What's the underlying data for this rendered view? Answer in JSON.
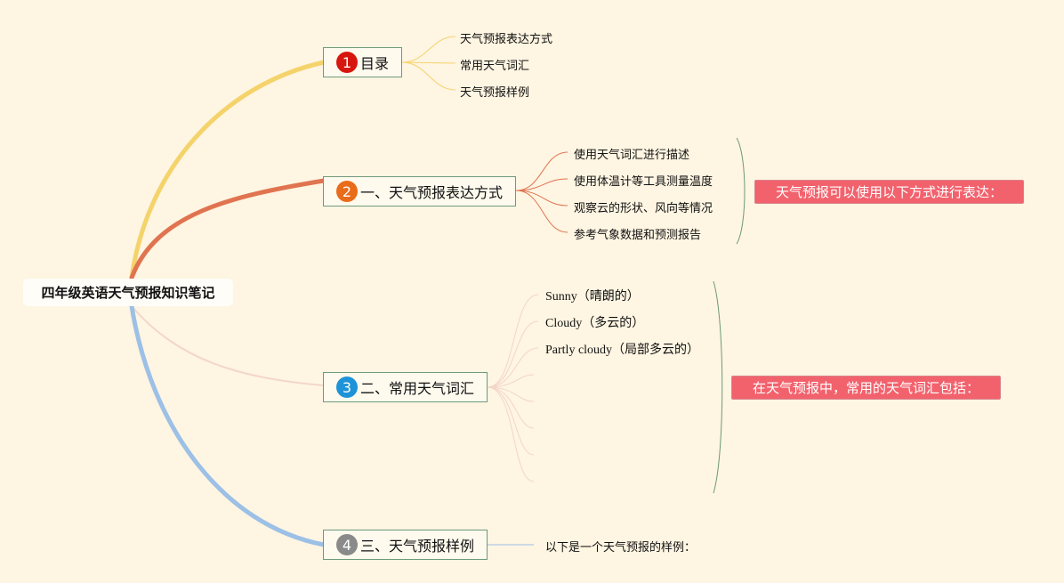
{
  "root": {
    "label": "四年级英语天气预报知识笔记"
  },
  "topics": [
    {
      "number": "1",
      "label": "目录",
      "badge_color": "#d7170f",
      "branch_color": "#f5d36b",
      "leaves": [
        "天气预报表达方式",
        "常用天气词汇",
        "天气预报样例"
      ]
    },
    {
      "number": "2",
      "label": "一、天气预报表达方式",
      "badge_color": "#e96c1a",
      "branch_color": "#e07450",
      "leaves": [
        "使用天气词汇进行描述",
        "使用体温计等工具测量温度",
        "观察云的形状、风向等情况",
        "参考气象数据和预测报告"
      ],
      "summary": "天气预报可以使用以下方式进行表达："
    },
    {
      "number": "3",
      "label": "二、常用天气词汇",
      "badge_color": "#1f93d8",
      "branch_color": "#f3d6c8",
      "leaves": [
        "Sunny（晴朗的）",
        "Cloudy（多云的）",
        "Partly cloudy（局部多云的）"
      ],
      "summary": "在天气预报中，常用的天气词汇包括："
    },
    {
      "number": "4",
      "label": "三、天气预报样例",
      "badge_color": "#8a8a8a",
      "branch_color": "#9cc0e6",
      "leaves": [
        "以下是一个天气预报的样例："
      ]
    }
  ],
  "colors": {
    "background": "#fef5e2",
    "summary_bracket": "#6e9a79",
    "callout": "#f2626d"
  }
}
